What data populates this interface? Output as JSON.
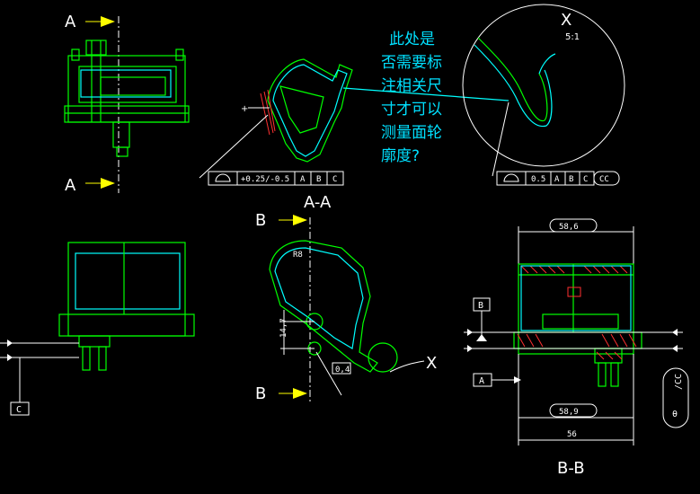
{
  "views": {
    "section_a_label": "A",
    "section_a_label_bottom": "A",
    "section_b_label": "B",
    "section_b_label_bottom": "B",
    "view_aa_title": "A-A",
    "view_bb_title": "B-B",
    "detail_x_title": "X",
    "detail_x_scale": "5:1",
    "detail_pointer": "X"
  },
  "note": {
    "lines": [
      "此处是",
      "否需要标",
      "注相关尺",
      "寸才可以",
      "测量面轮",
      "廓度?"
    ]
  },
  "fcf_aa": {
    "tolerance": "+0.25/-0.5",
    "datum1": "A",
    "datum2": "B",
    "datum3": "C"
  },
  "fcf_x": {
    "tolerance": "0.5",
    "datum1": "A",
    "datum2": "B",
    "datum3": "C",
    "suffix": "CC"
  },
  "dims": {
    "d1": "58,6",
    "d2": "58,9",
    "d3": "56",
    "d4": "14,7",
    "d5": "0,4",
    "d6": "R8"
  },
  "datums": {
    "a": "A",
    "b": "B",
    "c": "C"
  },
  "side_tag": {
    "text": "/CC",
    "symbol": "θ"
  },
  "colors": {
    "background": "#000000",
    "geometry": "#00ff00",
    "outline": "#00ffff",
    "annotation": "#ffffff",
    "cut_arrow": "#ffff00",
    "hatch": "#ff3030"
  }
}
